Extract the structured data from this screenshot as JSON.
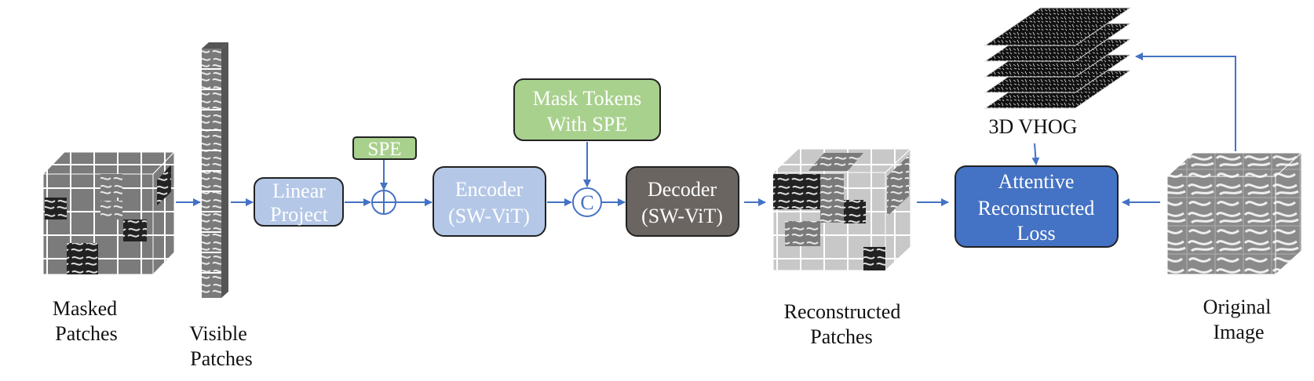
{
  "colors": {
    "arrow": "#4472c4",
    "light_blue": "#b4c7e7",
    "green": "#a9d18e",
    "dark_gray": "#6b6562",
    "blue": "#4472c4",
    "box_text": "#ffffff"
  },
  "icons": [
    "masked-patch-cube",
    "visible-patch-strip",
    "plus-circle-icon",
    "concat-circle-icon",
    "reconstructed-patch-cube",
    "vhog-stack",
    "original-image-cube"
  ],
  "nodes": {
    "linear_project": [
      "Linear",
      "Project"
    ],
    "spe": "SPE",
    "add_symbol": "",
    "encoder": [
      "Encoder",
      "(SW-ViT)"
    ],
    "mask_tokens": [
      "Mask Tokens",
      "With SPE"
    ],
    "concat_symbol": "C",
    "decoder": [
      "Decoder",
      "(SW-ViT)"
    ],
    "loss": [
      "Attentive",
      "Reconstructed",
      "Loss"
    ]
  },
  "captions": {
    "masked_patches": [
      "Masked",
      "Patches"
    ],
    "visible_patches": [
      "Visible",
      "Patches"
    ],
    "reconstructed_patches": [
      "Reconstructed",
      "Patches"
    ],
    "vhog": "3D VHOG",
    "original_image": [
      "Original",
      "Image"
    ]
  }
}
